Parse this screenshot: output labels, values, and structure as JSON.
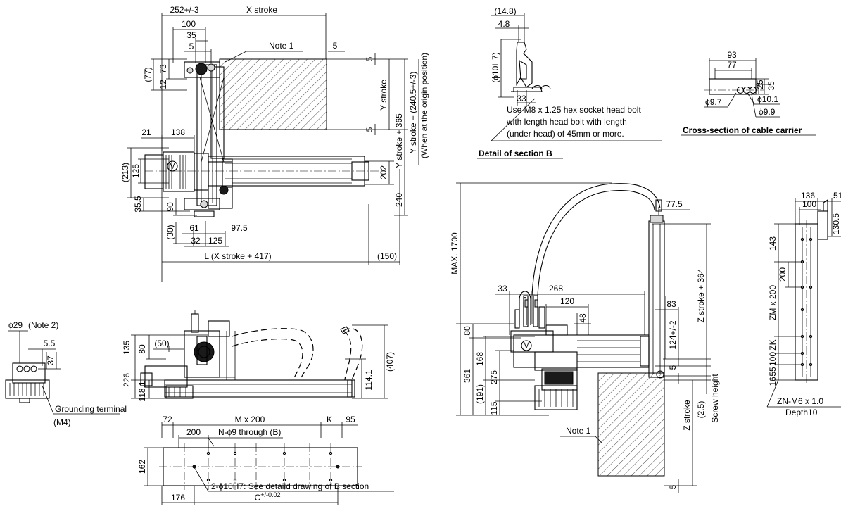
{
  "top_view": {
    "dim_252": "252+/-3",
    "dim_x_stroke": "X stroke",
    "dim_100": "100",
    "dim_35": "35",
    "dim_5a": "5",
    "note1": "Note 1",
    "dim_5b": "5",
    "dim_5c": "5",
    "dim_77": "(77)",
    "dim_73": "73",
    "dim_12": "12",
    "dim_y_stroke": "Y stroke",
    "dim_y365": "Y stroke + 365",
    "dim_y240": "Y stroke + (240.5+/-3)",
    "dim_origin": "(When at the origin position)",
    "dim_5d": "5",
    "dim_21": "21",
    "dim_138": "138",
    "dim_213": "(213)",
    "dim_125a": "125",
    "dim_202": "202",
    "dim_240": "240",
    "dim_35_5": "35.5",
    "dim_90": "90",
    "dim_30": "(30)",
    "dim_61": "61",
    "dim_97_5": "97.5",
    "dim_32": "32",
    "dim_125b": "125",
    "dim_L": "L (X stroke + 417)",
    "dim_150": "(150)",
    "motor": "M"
  },
  "detail_b": {
    "dim_14_8": "(14.8)",
    "dim_4_8": "4.8",
    "dim_phi10h7": "(ϕ10H7)",
    "dim_33": "33",
    "note_line1": "Use M8 x 1.25 hex socket head bolt",
    "note_line2": "with length head bolt with length",
    "note_line3": "(under head) of 45mm or more.",
    "title": "Detail of section B"
  },
  "cable": {
    "dim_93": "93",
    "dim_77": "77",
    "dim_25": "25",
    "dim_35": "35",
    "dim_9_7": "ϕ9.7",
    "dim_10_1": "ϕ10.1",
    "dim_9_9": "ϕ9.9",
    "title": "Cross-section of cable carrier"
  },
  "small_view": {
    "dim_phi29": "ϕ29",
    "note2": "(Note 2)",
    "dim_5_5": "5.5",
    "dim_37": "37",
    "grounding": "Grounding terminal",
    "m4": "(M4)"
  },
  "side_view": {
    "dim_135": "135",
    "dim_80": "80",
    "dim_50": "(50)",
    "dim_226": "226",
    "dim_118_1": "118.1",
    "dim_114_1": "114.1",
    "dim_407": "(407)"
  },
  "base_view": {
    "dim_72": "72",
    "dim_m200": "M x 200",
    "dim_k": "K",
    "dim_95": "95",
    "dim_200": "200",
    "dim_n9": "N-ϕ9 through (B)",
    "dim_162": "162",
    "note_10h7": "2-ϕ10H7: See detaild drawing of B section",
    "dim_176": "176",
    "dim_c": "C",
    "dim_c_tol": "+/-0.02"
  },
  "front_view": {
    "dim_max1700": "MAX. 1700",
    "dim_77_5": "77.5",
    "dim_33": "33",
    "dim_268": "268",
    "dim_120": "120",
    "dim_48": "48",
    "dim_83": "83",
    "dim_z364": "Z stroke + 364",
    "dim_80": "80",
    "dim_168": "168",
    "dim_124": "124+/-2",
    "dim_361": "361",
    "dim_191": "(191)",
    "dim_275": "275",
    "dim_5a": "5",
    "dim_115": "115",
    "note1": "Note 1",
    "dim_z_stroke": "Z stroke",
    "dim_2_5": "(2.5)",
    "screw_height": "Screw height",
    "dim_5b": "5",
    "motor": "M"
  },
  "right_view": {
    "dim_136": "136",
    "dim_51": "51",
    "dim_100": "100",
    "dim_143": "143",
    "dim_130_5": "130.5",
    "dim_200": "200",
    "dim_zm200": "ZM x 200",
    "dim_zk": "ZK",
    "dim_100b": "100",
    "dim_55": "55",
    "dim_16": "16",
    "note_zn": "ZN-M6 x 1.0",
    "depth": "Depth10"
  }
}
